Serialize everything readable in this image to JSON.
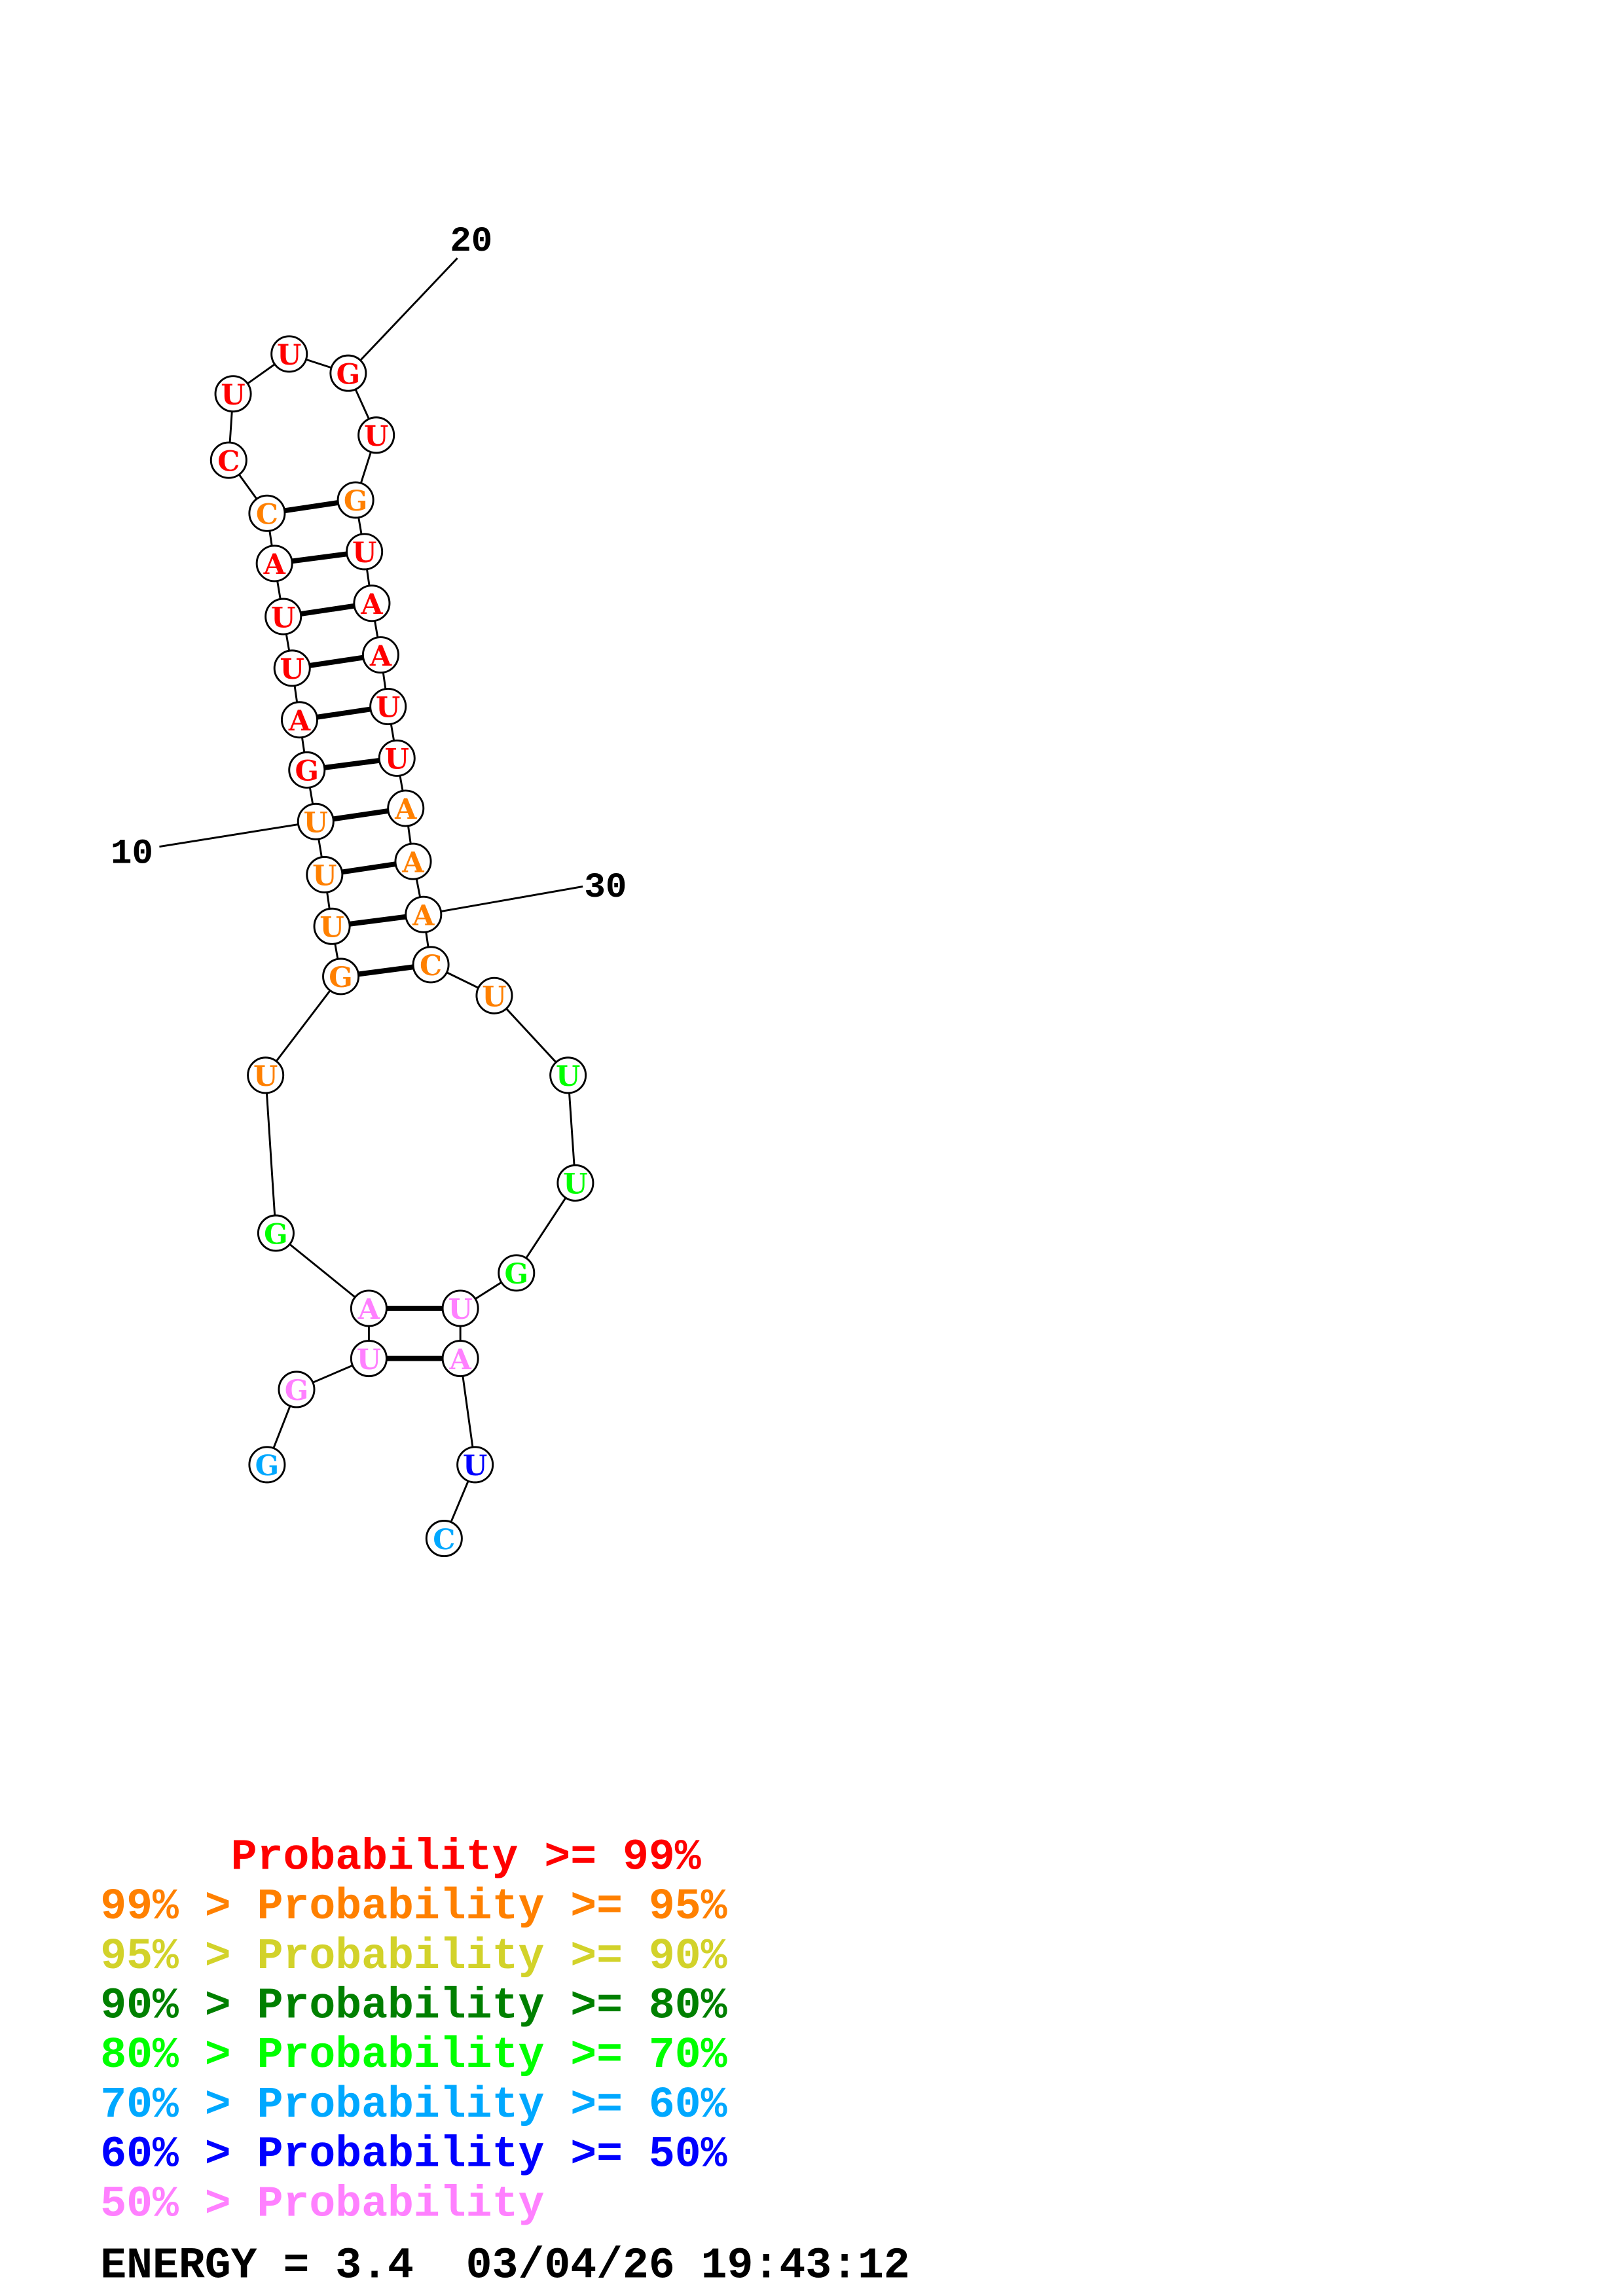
{
  "structure": {
    "sequence": [
      "G",
      "G",
      "U",
      "A",
      "G",
      "U",
      "G",
      "U",
      "U",
      "U",
      "G",
      "A",
      "U",
      "U",
      "A",
      "C",
      "C",
      "U",
      "U",
      "G",
      "U",
      "G",
      "U",
      "A",
      "A",
      "U",
      "U",
      "A",
      "A",
      "A",
      "C",
      "U",
      "U",
      "U",
      "G",
      "U",
      "A",
      "U",
      "C"
    ],
    "probability_class": [
      5,
      7,
      7,
      7,
      4,
      1,
      1,
      1,
      1,
      1,
      0,
      0,
      0,
      0,
      0,
      1,
      0,
      0,
      0,
      0,
      0,
      1,
      0,
      0,
      0,
      0,
      0,
      1,
      1,
      1,
      1,
      1,
      4,
      4,
      4,
      7,
      7,
      6,
      5
    ],
    "pairs": [
      [
        7,
        31
      ],
      [
        8,
        30
      ],
      [
        9,
        29
      ],
      [
        10,
        28
      ],
      [
        11,
        27
      ],
      [
        12,
        26
      ],
      [
        13,
        25
      ],
      [
        14,
        24
      ],
      [
        15,
        23
      ],
      [
        16,
        22
      ],
      [
        4,
        36
      ],
      [
        3,
        37
      ]
    ],
    "position_labels": [
      "10",
      "20",
      "30"
    ]
  },
  "legend": {
    "colors": [
      "#ff0000",
      "#ff8000",
      "#d2d22a",
      "#008000",
      "#00ff00",
      "#00a8ff",
      "#0000ff",
      "#ff80ff"
    ],
    "lines": [
      "     Probability >= 99%",
      "99% > Probability >= 95%",
      "95% > Probability >= 90%",
      "90% > Probability >= 80%",
      "80% > Probability >= 70%",
      "70% > Probability >= 60%",
      "60% > Probability >= 50%",
      "50% > Probability"
    ]
  },
  "footer": {
    "energy": "ENERGY = 3.4  03/04/26 19:43:12"
  }
}
